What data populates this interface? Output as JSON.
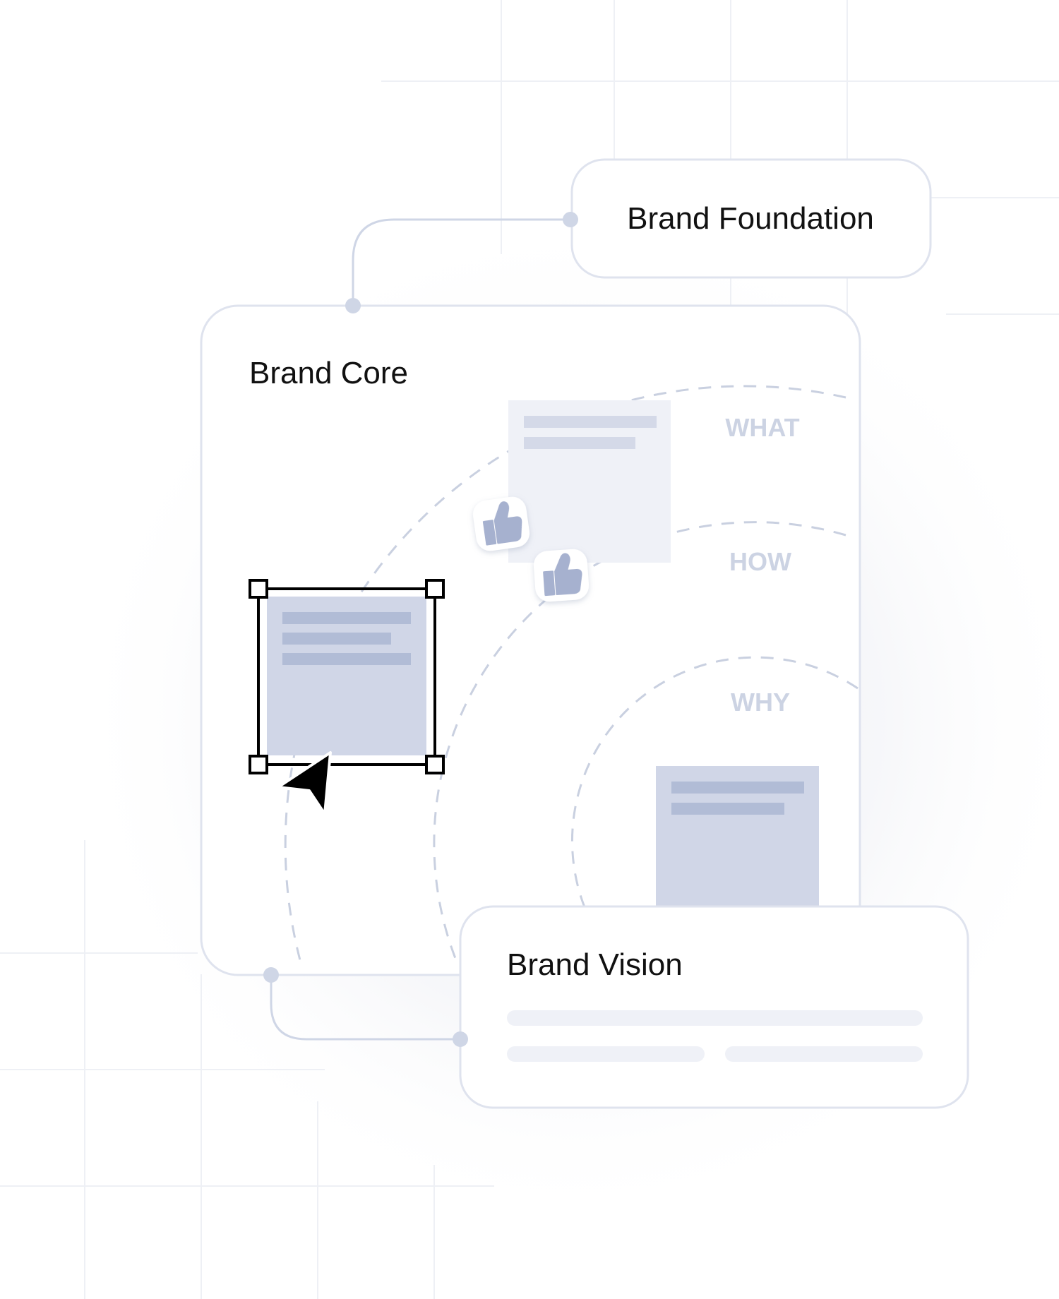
{
  "cards": {
    "foundation": {
      "title": "Brand Foundation"
    },
    "core": {
      "title": "Brand Core"
    },
    "vision": {
      "title": "Brand Vision"
    }
  },
  "rings": [
    {
      "label": "WHAT"
    },
    {
      "label": "HOW"
    },
    {
      "label": "WHY"
    }
  ],
  "colors": {
    "background": "#ffffff",
    "grid": "#eef0f5",
    "card_border": "#dfe3ee",
    "connector": "#cfd6e6",
    "placeholder": "#d0d6e7",
    "placeholder_light": "#eff1f7",
    "line_bar": "#b1bcd6",
    "line_bar_light": "#d4d9e8",
    "ring_label": "#ccd3e3",
    "thumb": "#a6b1cf",
    "selection": "#000000",
    "text": "#111111"
  },
  "icons": [
    "thumbs-up-icon",
    "cursor-arrow-icon"
  ]
}
